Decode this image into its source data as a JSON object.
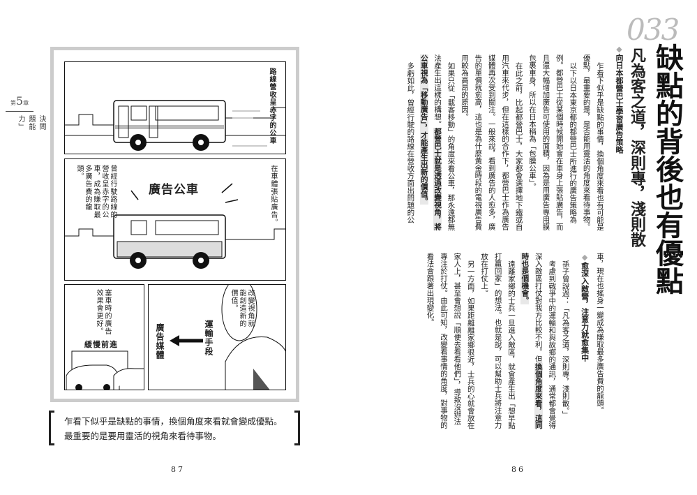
{
  "left_page": {
    "chapter_prefix": "第",
    "chapter_number": "5",
    "chapter_suffix": "章",
    "chapter_title": "突破困難的「解決問題能力」",
    "comic": {
      "panel1_caption": "路線營收呈赤字的公車",
      "panel2_caption_right": "在車體張貼廣告。",
      "panel2_shout": "廣告公車",
      "panel2_caption_left": "曾經行駛路線的營收呈赤字的公車，成為賺取最多廣告費的龍頭。",
      "panel3_caption": "塞車時的廣告效果會更好。",
      "panel3_sfx": "緩慢前進",
      "panel4_bubble": "改變視角就能創造新的價值。",
      "panel4_from": "運輸手段",
      "panel4_to": "廣告媒體"
    },
    "quote_line1": "乍看下似乎是缺點的事情，換個角度來看就會變成優點。",
    "quote_line2": "最重要的是要用靈活的視角來看待事物。",
    "page_number": "87"
  },
  "right_page": {
    "item_number": "033",
    "title": "缺點的背後也有優點",
    "subtitle": "凡為客之道，深則專，淺則散",
    "section1_heading": "向日本都營巴士學習廣告策略",
    "section1": {
      "p1": "乍看下似乎是缺點的事情，換個角度來看也有可能是優點，最重要的是，是否能用靈活的角度來看待事物。",
      "p2": "以下以日本東京都的都營巴士所進行的廣告策略為例。都營巴士從某個時候開始會在車身上張貼廣告，而且還大幅增加廣告可使用的面積，因為是用廣告專用膜包裹車身，所以在日本稱為「包膜公車」。",
      "p3": "在此之前，比起都營巴士，大家都會選擇地下鐵或自用汽車來代步，但在這樣的合作下，都營巴士作為廣告媒體再次受到關注。一般來說，看到廣告的人愈多，廣告的單價就愈高，這也是為什麼黃金時段的電視廣告費用較為高昂的原因。",
      "p4": "如果只從「載客移動」的角度來看公車，那永遠都無法產生出這樣的構想。",
      "p4_bold": "都營巴士就是透過改變視角，將公車視為「移動廣告」，才能產生出新的價值。",
      "p5": "多虧如此，曾經行駛的路線在營收方面出問題的公",
      "p5_cont": "車，現在也搖身一變成為賺取最多廣告費的龍頭。"
    },
    "section2_heading": "愈深入敵營，注意力就愈集中",
    "section2": {
      "p1": "孫子曾說過：「凡為客之道，深則專，淺則散。」",
      "p2": "考慮到戰爭中的運輸和與故鄉的通訊，通常都會覺得深入敵區打仗對我方比較不利。但",
      "p2_bold": "換個角度來看，這同時也是個機會。",
      "p3": "遠離家鄉的士兵一旦進入敵區，就會產生出「想早點打贏回家」的想法。也就是說，可以幫助士兵將注意力放在打仗上。",
      "p4": "另一方面，如果距離離家鄉很近，士兵的心就會放在家人上，甚至會想說「順便去看看他們」，導致沒辦法專注於打仗。由此可知，改變看事情的角度，對事物的看法會跟著出現變化。"
    },
    "page_number": "86"
  }
}
